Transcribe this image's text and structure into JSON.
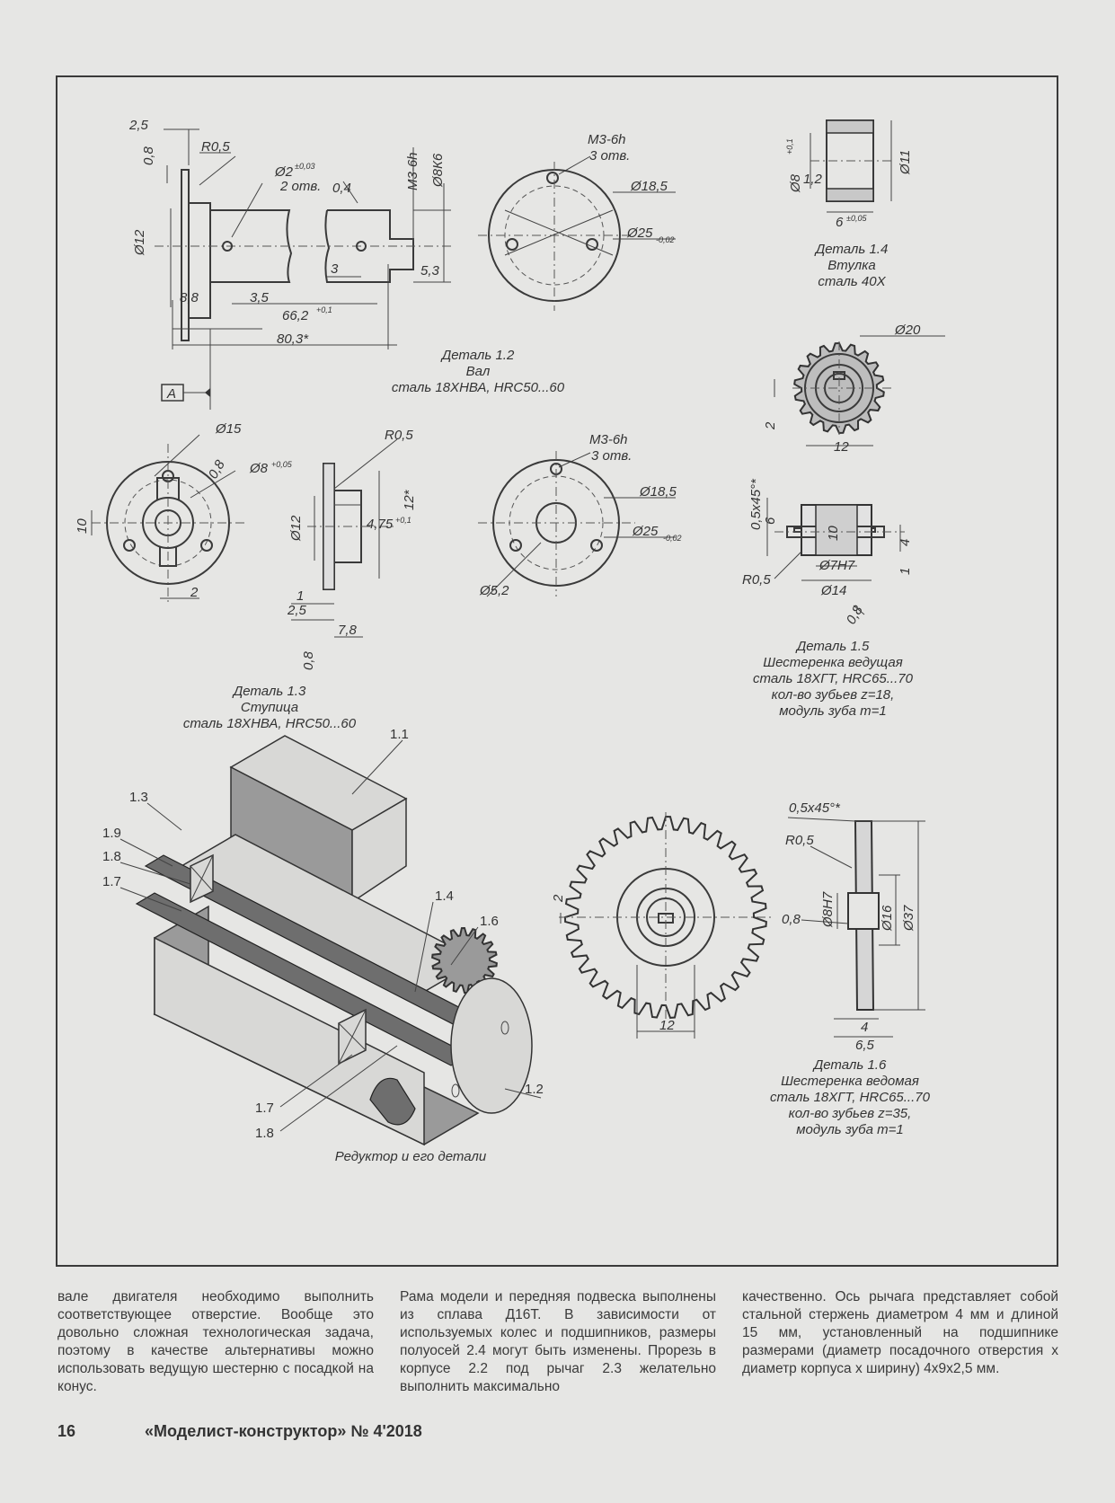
{
  "labels": {
    "shaft": {
      "dims": [
        "2,5",
        "0,8",
        "R0,5",
        "Ø2",
        "±0,03",
        "2 отв.",
        "0,4",
        "М3-6h",
        "Ø8К6",
        "Ø12",
        "3",
        "5,3",
        "8,8",
        "3,5",
        "66,2",
        "+0,1",
        "80,3*",
        "A"
      ],
      "caption": [
        "Деталь 1.2",
        "Вал",
        "сталь 18ХНВА, HRC50...60"
      ]
    },
    "disc_top": {
      "dims": [
        "М3-6h",
        "3 отв.",
        "Ø18,5",
        "Ø25",
        "-0,02"
      ]
    },
    "bushing": {
      "dims": [
        "Ø8",
        "+0,1",
        "1,2",
        "Ø11",
        "6",
        "±0,05"
      ],
      "caption": [
        "Деталь 1.4",
        "Втулка",
        "сталь 40Х"
      ]
    },
    "gear_small_top": {
      "dims": [
        "Ø20",
        "2",
        "12"
      ]
    },
    "hub": {
      "dims": [
        "Ø15",
        "0,8",
        "Ø8",
        "+0,05",
        "10",
        "2",
        "R0,5",
        "12*",
        "Ø12",
        "4,75",
        "+0,1",
        "1",
        "2,5",
        "7,8",
        "0,8"
      ],
      "caption": [
        "Деталь 1.3",
        "Ступица",
        "сталь 18ХНВА, HRC50...60"
      ]
    },
    "disc_mid": {
      "dims": [
        "М3-6h",
        "3 отв.",
        "Ø18,5",
        "Ø25",
        "-0,02",
        "Ø5,2"
      ]
    },
    "gear_drive": {
      "dims": [
        "0,5x45°*",
        "6",
        "10",
        "4",
        "1",
        "R0,5",
        "Ø7Н7",
        "Ø14",
        "0,8"
      ],
      "caption": [
        "Деталь 1.5",
        "Шестеренка ведущая",
        "сталь 18ХГТ, HRC65...70",
        "кол-во зубьев z=18,",
        "модуль зуба m=1"
      ]
    },
    "assembly": {
      "callouts": [
        "1.1",
        "1.3",
        "1.9",
        "1.8",
        "1.7",
        "1.4",
        "1.6",
        "1.7",
        "1.8",
        "1.2"
      ],
      "caption": "Редуктор и его детали"
    },
    "gear_large": {
      "dims": [
        "2",
        "12"
      ]
    },
    "gear_driven": {
      "dims": [
        "0,5x45°*",
        "R0,5",
        "0,8",
        "Ø8Н7",
        "Ø16",
        "Ø37",
        "4",
        "6,5"
      ],
      "caption": [
        "Деталь 1.6",
        "Шестеренка ведомая",
        "сталь 18ХГТ, HRC65...70",
        "кол-во зубьев z=35,",
        "модуль зуба m=1"
      ]
    }
  },
  "text": {
    "col1": "вале двигателя необходимо выполнить соответствующее отверстие. Вообще это довольно сложная технологическая задача, поэтому в качестве альтернативы можно использовать ведущую шестерню с посадкой на конус.",
    "col2": "Рама модели и передняя подвеска выполнены из сплава Д16Т. В зависимости от используемых колес и подшипников, размеры полуосей 2.4 могут быть изменены. Прорезь в корпусе 2.2 под рычаг 2.3 желательно выполнить максимально",
    "col3": "качественно. Ось рычага представляет собой стальной стержень диаметром 4 мм и длиной 15 мм, установленный на подшипнике размерами (диаметр посадочного отверстия х диаметр корпуса х ширину) 4х9х2,5 мм."
  },
  "footer": {
    "page": "16",
    "magazine": "«Моделист-конструктор» № 4'2018"
  }
}
